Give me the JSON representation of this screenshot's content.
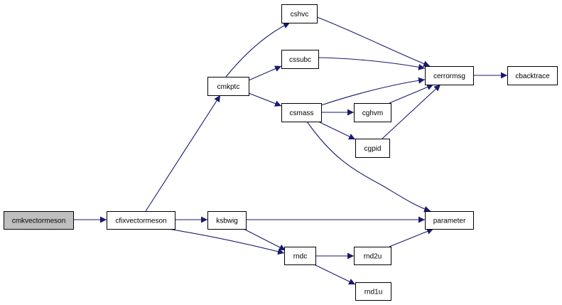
{
  "diagram": {
    "type": "call-graph",
    "edge_color": "#191970",
    "root_fill": "#bfbfbf",
    "node_fill": "#ffffff",
    "nodes": [
      {
        "id": "cmkvectormeson",
        "label": "cmkvectormeson",
        "root": true
      },
      {
        "id": "cfixvectormeson",
        "label": "cfixvectormeson"
      },
      {
        "id": "cmkptc",
        "label": "cmkptc"
      },
      {
        "id": "cshvc",
        "label": "cshvc"
      },
      {
        "id": "cssubc",
        "label": "cssubc"
      },
      {
        "id": "csmass",
        "label": "csmass"
      },
      {
        "id": "cerrormsg",
        "label": "cerrormsg"
      },
      {
        "id": "cbacktrace",
        "label": "cbacktrace"
      },
      {
        "id": "cghvm",
        "label": "cghvm"
      },
      {
        "id": "cgpid",
        "label": "cgpid"
      },
      {
        "id": "ksbwig",
        "label": "ksbwig"
      },
      {
        "id": "parameter",
        "label": "parameter"
      },
      {
        "id": "rndc",
        "label": "rndc"
      },
      {
        "id": "rnd2u",
        "label": "rnd2u"
      },
      {
        "id": "rnd1u",
        "label": "rnd1u"
      }
    ],
    "edges": [
      {
        "from": "cmkvectormeson",
        "to": "cfixvectormeson"
      },
      {
        "from": "cfixvectormeson",
        "to": "cmkptc"
      },
      {
        "from": "cfixvectormeson",
        "to": "ksbwig"
      },
      {
        "from": "cfixvectormeson",
        "to": "rndc"
      },
      {
        "from": "cmkptc",
        "to": "cshvc"
      },
      {
        "from": "cmkptc",
        "to": "cssubc"
      },
      {
        "from": "cmkptc",
        "to": "csmass"
      },
      {
        "from": "cshvc",
        "to": "cerrormsg"
      },
      {
        "from": "cssubc",
        "to": "cerrormsg"
      },
      {
        "from": "csmass",
        "to": "cerrormsg"
      },
      {
        "from": "csmass",
        "to": "cghvm"
      },
      {
        "from": "csmass",
        "to": "cgpid"
      },
      {
        "from": "csmass",
        "to": "parameter"
      },
      {
        "from": "cghvm",
        "to": "cerrormsg"
      },
      {
        "from": "cgpid",
        "to": "cerrormsg"
      },
      {
        "from": "cerrormsg",
        "to": "cbacktrace"
      },
      {
        "from": "ksbwig",
        "to": "parameter"
      },
      {
        "from": "ksbwig",
        "to": "rndc"
      },
      {
        "from": "rndc",
        "to": "rnd2u"
      },
      {
        "from": "rndc",
        "to": "rnd1u"
      },
      {
        "from": "rnd2u",
        "to": "parameter"
      }
    ]
  }
}
